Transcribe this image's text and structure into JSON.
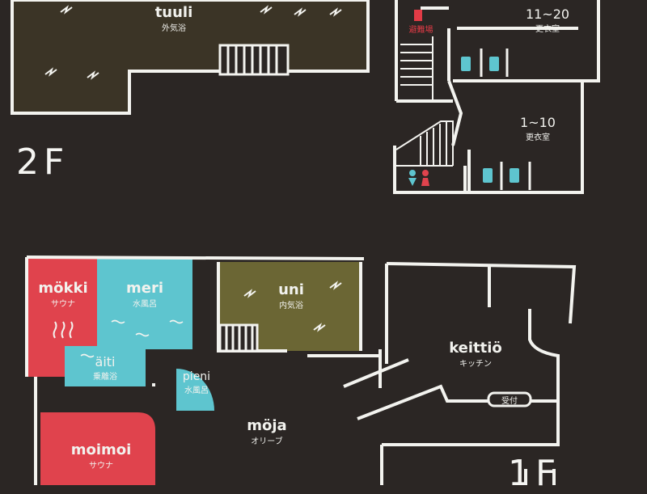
{
  "colors": {
    "background": "#2b2624",
    "line": "#f3f3ef",
    "sauna": "#e0434d",
    "cold_bath": "#5ec5cf",
    "steam_bath": "#6b6634",
    "room_text": "#f5f5f2",
    "warning": "#e23b46"
  },
  "floors": {
    "upper": "2F",
    "lower": "1F"
  },
  "rooms": {
    "tuuli": {
      "name": "tuuli",
      "sub": "外気浴"
    },
    "locker_upper": {
      "name": "11~20",
      "sub": "更衣室"
    },
    "locker_lower": {
      "name": "1~10",
      "sub": "更衣室"
    },
    "evac": {
      "sub": "避難場"
    },
    "mokki": {
      "name": "mökki",
      "sub": "サウナ"
    },
    "meri": {
      "name": "meri",
      "sub": "水風呂"
    },
    "uni": {
      "name": "uni",
      "sub": "内気浴"
    },
    "aiti": {
      "name": "äiti",
      "sub": "乗離浴"
    },
    "pieni": {
      "name": "pieni",
      "sub": "水風呂"
    },
    "moimoi": {
      "name": "moimoi",
      "sub": "サウナ"
    },
    "moja": {
      "name": "möja",
      "sub": "オリーブ"
    },
    "keittio": {
      "name": "keittiö",
      "sub": "キッチン"
    },
    "reception": {
      "label": "受付"
    }
  },
  "icons": [
    "shower-icon",
    "toilet-icon",
    "sauna-steam-icon",
    "wind-icon"
  ]
}
